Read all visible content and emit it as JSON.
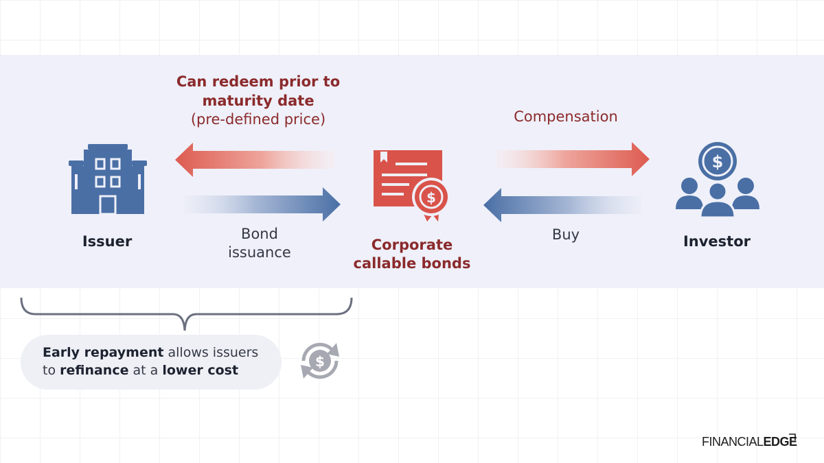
{
  "issuer": {
    "label": "Issuer"
  },
  "investor": {
    "label": "Investor"
  },
  "bond": {
    "line1": "Corporate",
    "line2": "callable bonds"
  },
  "redeem": {
    "line1": "Can redeem prior to",
    "line2": "maturity date",
    "line3": "(pre-defined price)"
  },
  "issuance": {
    "line1": "Bond",
    "line2": "issuance"
  },
  "compensation": {
    "label": "Compensation"
  },
  "buy": {
    "label": "Buy"
  },
  "callout": {
    "bold1": "Early repayment",
    "text1": " allows issuers",
    "text2": "to ",
    "bold2": "refinance",
    "text3": " at a ",
    "bold3": "lower cost"
  },
  "logo": {
    "part1": "FINANCIAL",
    "part2": "EDGE"
  },
  "icons": [
    "building-icon",
    "certificate-icon",
    "investors-icon",
    "refinance-icon"
  ],
  "colors": {
    "red": "#d9534a",
    "blue": "#4a6fa5",
    "dark_red": "#8b2a2c",
    "gray": "#a6a9b2"
  }
}
